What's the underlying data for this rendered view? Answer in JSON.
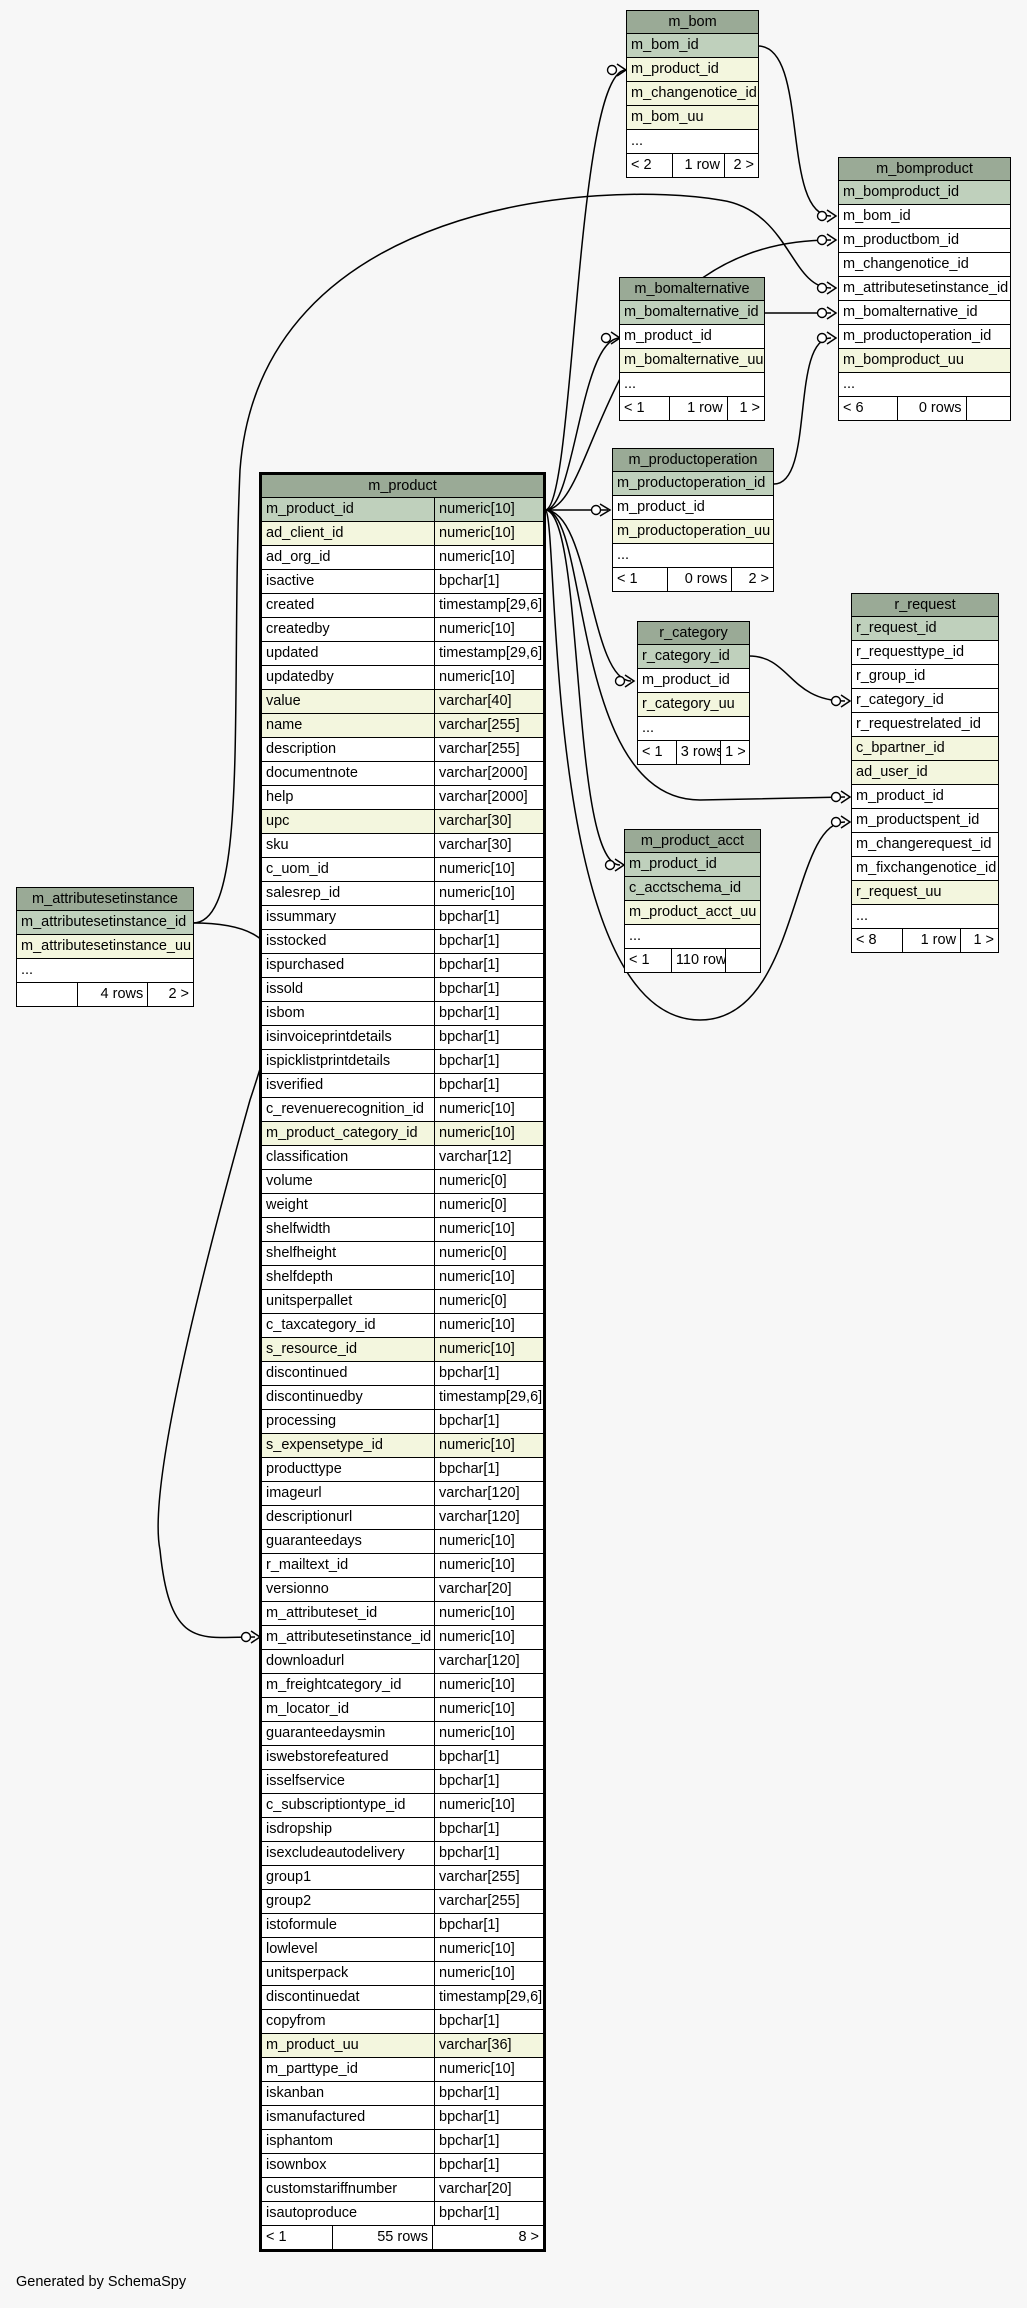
{
  "footer_text": "Generated by SchemaSpy",
  "tables": {
    "m_bom": {
      "name": "m_bom",
      "columns": [
        {
          "name": "m_bom_id",
          "kind": "pk"
        },
        {
          "name": "m_product_id",
          "kind": "idx"
        },
        {
          "name": "m_changenotice_id",
          "kind": "idx"
        },
        {
          "name": "m_bom_uu",
          "kind": "idx"
        },
        {
          "name": "...",
          "kind": ""
        }
      ],
      "footer": {
        "parents": "< 2",
        "rows": "1 row",
        "children": "2 >"
      }
    },
    "m_bomproduct": {
      "name": "m_bomproduct",
      "columns": [
        {
          "name": "m_bomproduct_id",
          "kind": "pk"
        },
        {
          "name": "m_bom_id",
          "kind": ""
        },
        {
          "name": "m_productbom_id",
          "kind": ""
        },
        {
          "name": "m_changenotice_id",
          "kind": ""
        },
        {
          "name": "m_attributesetinstance_id",
          "kind": ""
        },
        {
          "name": "m_bomalternative_id",
          "kind": ""
        },
        {
          "name": "m_productoperation_id",
          "kind": ""
        },
        {
          "name": "m_bomproduct_uu",
          "kind": "idx"
        },
        {
          "name": "...",
          "kind": ""
        }
      ],
      "footer": {
        "parents": "< 6",
        "rows": "0 rows",
        "children": ""
      }
    },
    "m_bomalternative": {
      "name": "m_bomalternative",
      "columns": [
        {
          "name": "m_bomalternative_id",
          "kind": "pk"
        },
        {
          "name": "m_product_id",
          "kind": ""
        },
        {
          "name": "m_bomalternative_uu",
          "kind": "idx"
        },
        {
          "name": "...",
          "kind": ""
        }
      ],
      "footer": {
        "parents": "< 1",
        "rows": "1 row",
        "children": "1 >"
      }
    },
    "m_productoperation": {
      "name": "m_productoperation",
      "columns": [
        {
          "name": "m_productoperation_id",
          "kind": "pk"
        },
        {
          "name": "m_product_id",
          "kind": ""
        },
        {
          "name": "m_productoperation_uu",
          "kind": "idx"
        },
        {
          "name": "...",
          "kind": ""
        }
      ],
      "footer": {
        "parents": "< 1",
        "rows": "0 rows",
        "children": "2 >"
      }
    },
    "r_category": {
      "name": "r_category",
      "columns": [
        {
          "name": "r_category_id",
          "kind": "pk"
        },
        {
          "name": "m_product_id",
          "kind": ""
        },
        {
          "name": "r_category_uu",
          "kind": "idx"
        },
        {
          "name": "...",
          "kind": ""
        }
      ],
      "footer": {
        "parents": "< 1",
        "rows": "3 rows",
        "children": "1 >"
      }
    },
    "m_product_acct": {
      "name": "m_product_acct",
      "columns": [
        {
          "name": "m_product_id",
          "kind": "pk"
        },
        {
          "name": "c_acctschema_id",
          "kind": "pk"
        },
        {
          "name": "m_product_acct_uu",
          "kind": "idx"
        },
        {
          "name": "...",
          "kind": ""
        }
      ],
      "footer": {
        "parents": "< 1",
        "rows": "110 rows",
        "children": ""
      }
    },
    "r_request": {
      "name": "r_request",
      "columns": [
        {
          "name": "r_request_id",
          "kind": "pk"
        },
        {
          "name": "r_requesttype_id",
          "kind": ""
        },
        {
          "name": "r_group_id",
          "kind": ""
        },
        {
          "name": "r_category_id",
          "kind": ""
        },
        {
          "name": "r_requestrelated_id",
          "kind": ""
        },
        {
          "name": "c_bpartner_id",
          "kind": "idx"
        },
        {
          "name": "ad_user_id",
          "kind": "idx"
        },
        {
          "name": "m_product_id",
          "kind": ""
        },
        {
          "name": "m_productspent_id",
          "kind": ""
        },
        {
          "name": "m_changerequest_id",
          "kind": ""
        },
        {
          "name": "m_fixchangenotice_id",
          "kind": ""
        },
        {
          "name": "r_request_uu",
          "kind": "idx"
        },
        {
          "name": "...",
          "kind": ""
        }
      ],
      "footer": {
        "parents": "< 8",
        "rows": "1 row",
        "children": "1 >"
      }
    },
    "m_attributesetinstance": {
      "name": "m_attributesetinstance",
      "columns": [
        {
          "name": "m_attributesetinstance_id",
          "kind": "pk"
        },
        {
          "name": "m_attributesetinstance_uu",
          "kind": "idx"
        },
        {
          "name": "...",
          "kind": ""
        }
      ],
      "footer": {
        "parents": "",
        "rows": "4 rows",
        "children": "2 >"
      }
    },
    "m_product": {
      "name": "m_product",
      "columns": [
        {
          "name": "m_product_id",
          "type": "numeric[10]",
          "kind": "pk"
        },
        {
          "name": "ad_client_id",
          "type": "numeric[10]",
          "kind": "idx"
        },
        {
          "name": "ad_org_id",
          "type": "numeric[10]",
          "kind": ""
        },
        {
          "name": "isactive",
          "type": "bpchar[1]",
          "kind": ""
        },
        {
          "name": "created",
          "type": "timestamp[29,6]",
          "kind": ""
        },
        {
          "name": "createdby",
          "type": "numeric[10]",
          "kind": ""
        },
        {
          "name": "updated",
          "type": "timestamp[29,6]",
          "kind": ""
        },
        {
          "name": "updatedby",
          "type": "numeric[10]",
          "kind": ""
        },
        {
          "name": "value",
          "type": "varchar[40]",
          "kind": "idx"
        },
        {
          "name": "name",
          "type": "varchar[255]",
          "kind": "idx"
        },
        {
          "name": "description",
          "type": "varchar[255]",
          "kind": ""
        },
        {
          "name": "documentnote",
          "type": "varchar[2000]",
          "kind": ""
        },
        {
          "name": "help",
          "type": "varchar[2000]",
          "kind": ""
        },
        {
          "name": "upc",
          "type": "varchar[30]",
          "kind": "idx"
        },
        {
          "name": "sku",
          "type": "varchar[30]",
          "kind": ""
        },
        {
          "name": "c_uom_id",
          "type": "numeric[10]",
          "kind": ""
        },
        {
          "name": "salesrep_id",
          "type": "numeric[10]",
          "kind": ""
        },
        {
          "name": "issummary",
          "type": "bpchar[1]",
          "kind": ""
        },
        {
          "name": "isstocked",
          "type": "bpchar[1]",
          "kind": ""
        },
        {
          "name": "ispurchased",
          "type": "bpchar[1]",
          "kind": ""
        },
        {
          "name": "issold",
          "type": "bpchar[1]",
          "kind": ""
        },
        {
          "name": "isbom",
          "type": "bpchar[1]",
          "kind": ""
        },
        {
          "name": "isinvoiceprintdetails",
          "type": "bpchar[1]",
          "kind": ""
        },
        {
          "name": "ispicklistprintdetails",
          "type": "bpchar[1]",
          "kind": ""
        },
        {
          "name": "isverified",
          "type": "bpchar[1]",
          "kind": ""
        },
        {
          "name": "c_revenuerecognition_id",
          "type": "numeric[10]",
          "kind": ""
        },
        {
          "name": "m_product_category_id",
          "type": "numeric[10]",
          "kind": "idx"
        },
        {
          "name": "classification",
          "type": "varchar[12]",
          "kind": ""
        },
        {
          "name": "volume",
          "type": "numeric[0]",
          "kind": ""
        },
        {
          "name": "weight",
          "type": "numeric[0]",
          "kind": ""
        },
        {
          "name": "shelfwidth",
          "type": "numeric[10]",
          "kind": ""
        },
        {
          "name": "shelfheight",
          "type": "numeric[0]",
          "kind": ""
        },
        {
          "name": "shelfdepth",
          "type": "numeric[10]",
          "kind": ""
        },
        {
          "name": "unitsperpallet",
          "type": "numeric[0]",
          "kind": ""
        },
        {
          "name": "c_taxcategory_id",
          "type": "numeric[10]",
          "kind": ""
        },
        {
          "name": "s_resource_id",
          "type": "numeric[10]",
          "kind": "idx"
        },
        {
          "name": "discontinued",
          "type": "bpchar[1]",
          "kind": ""
        },
        {
          "name": "discontinuedby",
          "type": "timestamp[29,6]",
          "kind": ""
        },
        {
          "name": "processing",
          "type": "bpchar[1]",
          "kind": ""
        },
        {
          "name": "s_expensetype_id",
          "type": "numeric[10]",
          "kind": "idx"
        },
        {
          "name": "producttype",
          "type": "bpchar[1]",
          "kind": ""
        },
        {
          "name": "imageurl",
          "type": "varchar[120]",
          "kind": ""
        },
        {
          "name": "descriptionurl",
          "type": "varchar[120]",
          "kind": ""
        },
        {
          "name": "guaranteedays",
          "type": "numeric[10]",
          "kind": ""
        },
        {
          "name": "r_mailtext_id",
          "type": "numeric[10]",
          "kind": ""
        },
        {
          "name": "versionno",
          "type": "varchar[20]",
          "kind": ""
        },
        {
          "name": "m_attributeset_id",
          "type": "numeric[10]",
          "kind": ""
        },
        {
          "name": "m_attributesetinstance_id",
          "type": "numeric[10]",
          "kind": ""
        },
        {
          "name": "downloadurl",
          "type": "varchar[120]",
          "kind": ""
        },
        {
          "name": "m_freightcategory_id",
          "type": "numeric[10]",
          "kind": ""
        },
        {
          "name": "m_locator_id",
          "type": "numeric[10]",
          "kind": ""
        },
        {
          "name": "guaranteedaysmin",
          "type": "numeric[10]",
          "kind": ""
        },
        {
          "name": "iswebstorefeatured",
          "type": "bpchar[1]",
          "kind": ""
        },
        {
          "name": "isselfservice",
          "type": "bpchar[1]",
          "kind": ""
        },
        {
          "name": "c_subscriptiontype_id",
          "type": "numeric[10]",
          "kind": ""
        },
        {
          "name": "isdropship",
          "type": "bpchar[1]",
          "kind": ""
        },
        {
          "name": "isexcludeautodelivery",
          "type": "bpchar[1]",
          "kind": ""
        },
        {
          "name": "group1",
          "type": "varchar[255]",
          "kind": ""
        },
        {
          "name": "group2",
          "type": "varchar[255]",
          "kind": ""
        },
        {
          "name": "istoformule",
          "type": "bpchar[1]",
          "kind": ""
        },
        {
          "name": "lowlevel",
          "type": "numeric[10]",
          "kind": ""
        },
        {
          "name": "unitsperpack",
          "type": "numeric[10]",
          "kind": ""
        },
        {
          "name": "discontinuedat",
          "type": "timestamp[29,6]",
          "kind": ""
        },
        {
          "name": "copyfrom",
          "type": "bpchar[1]",
          "kind": ""
        },
        {
          "name": "m_product_uu",
          "type": "varchar[36]",
          "kind": "idx"
        },
        {
          "name": "m_parttype_id",
          "type": "numeric[10]",
          "kind": ""
        },
        {
          "name": "iskanban",
          "type": "bpchar[1]",
          "kind": ""
        },
        {
          "name": "ismanufactured",
          "type": "bpchar[1]",
          "kind": ""
        },
        {
          "name": "isphantom",
          "type": "bpchar[1]",
          "kind": ""
        },
        {
          "name": "isownbox",
          "type": "bpchar[1]",
          "kind": ""
        },
        {
          "name": "customstariffnumber",
          "type": "varchar[20]",
          "kind": ""
        },
        {
          "name": "isautoproduce",
          "type": "bpchar[1]",
          "kind": ""
        }
      ],
      "footer": {
        "parents": "< 1",
        "rows": "55 rows",
        "children": "8 >"
      }
    }
  }
}
